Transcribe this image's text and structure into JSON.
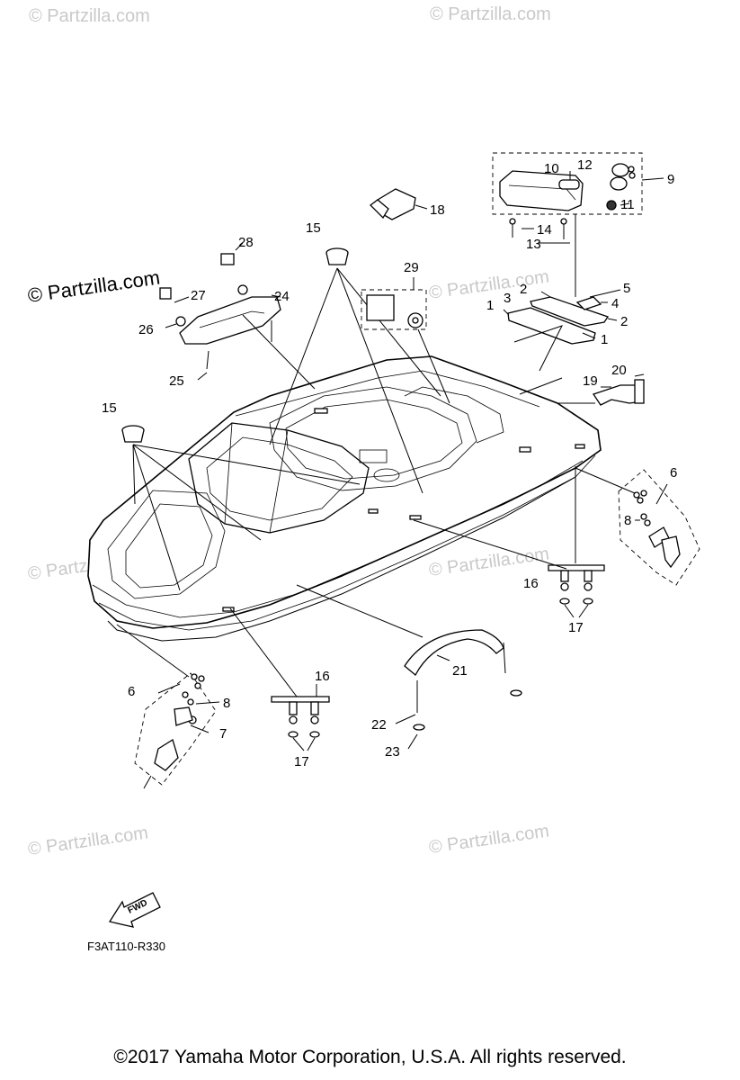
{
  "watermarks": {
    "faint": "© Partzilla.com",
    "dark": "© Partzilla.com"
  },
  "callouts": [
    "1",
    "1",
    "2",
    "2",
    "3",
    "4",
    "5",
    "6",
    "6",
    "7",
    "8",
    "8",
    "9",
    "10",
    "11",
    "12",
    "13",
    "14",
    "15",
    "15",
    "16",
    "16",
    "17",
    "17",
    "18",
    "19",
    "20",
    "21",
    "22",
    "23",
    "24",
    "25",
    "26",
    "27",
    "28",
    "29"
  ],
  "fwd_label": "FWD",
  "figure_ref": "F3AT110-R330",
  "copyright": "©2017  Yamaha Motor Corporation, U.S.A. All rights reserved."
}
